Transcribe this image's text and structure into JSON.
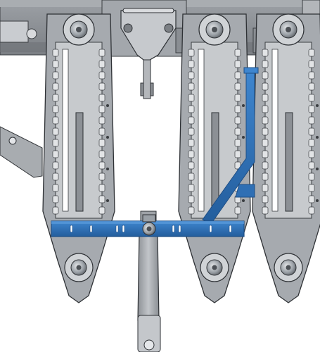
{
  "colors": {
    "steel_light": "#b8bbbf",
    "steel_mid": "#8f9398",
    "steel_dark": "#5f6368",
    "outline": "#2e3135",
    "accent_blue": "#2d6fb6",
    "accent_blue_dark": "#1f4f86",
    "background": "#ffffff"
  },
  "components": {
    "row_units": [
      "left-row-unit",
      "center-row-unit",
      "right-row-unit"
    ],
    "frame": "top-frame",
    "bracket": "center-hanger-bracket",
    "crossbar": "blue-crossbar",
    "diagonal": "blue-diagonal-brace",
    "drawbar": "center-drawbar",
    "side_arm": "left-side-arm"
  }
}
